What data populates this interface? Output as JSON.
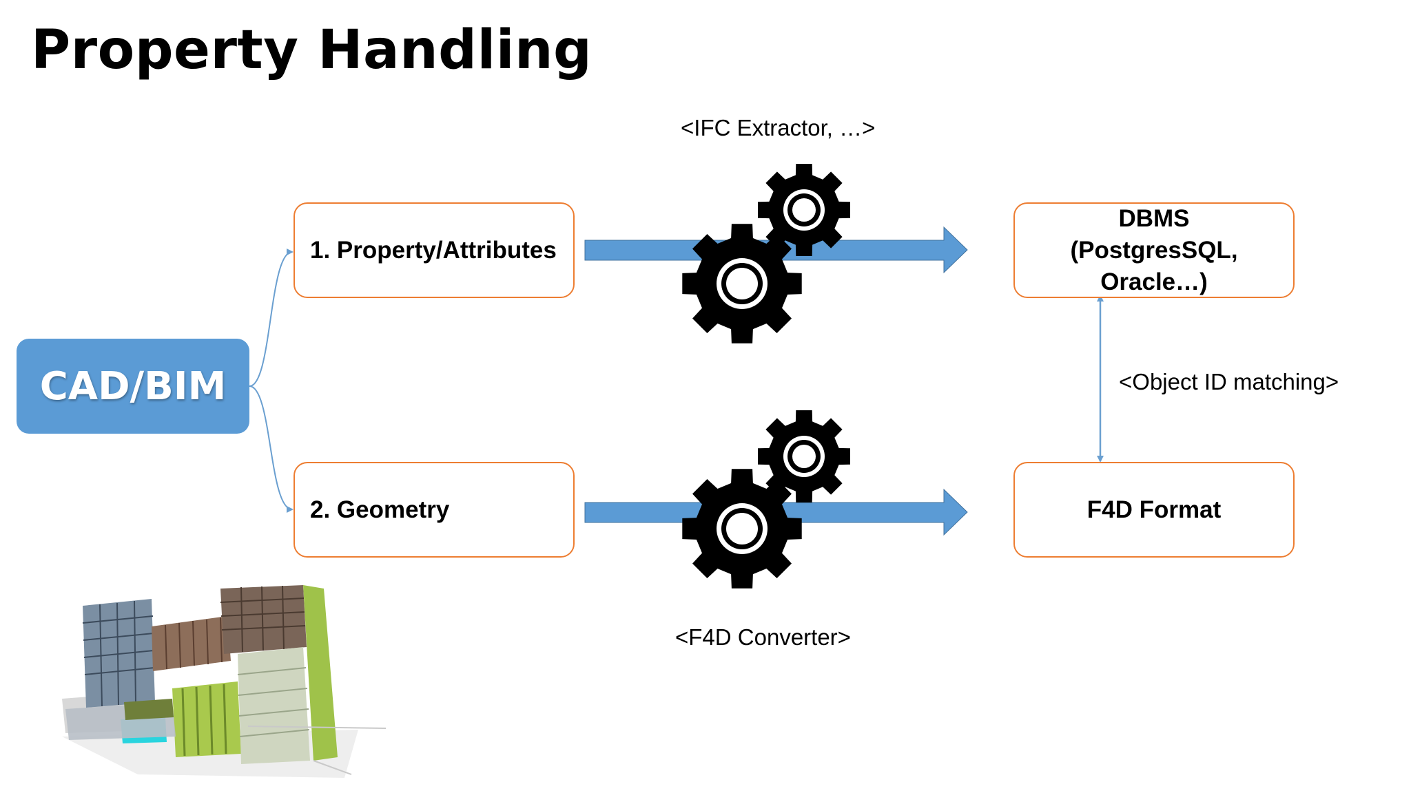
{
  "title": "Property Handling",
  "source": {
    "label": "CAD/BIM"
  },
  "steps": [
    {
      "label": "1. Property/Attributes"
    },
    {
      "label": "2. Geometry"
    }
  ],
  "targets": {
    "dbms_line1": "DBMS",
    "dbms_line2": "(PostgresSQL, Oracle…)",
    "f4d": "F4D Format"
  },
  "tools": {
    "top": "<IFC Extractor, …>",
    "bottom": "<F4D Converter>"
  },
  "link_label": "<Object ID matching>",
  "colors": {
    "accent_blue": "#5b9bd5",
    "box_border": "#ed7d31",
    "arrow": "#5b9bd5",
    "connector": "#6a9fd0",
    "gear": "#000000"
  },
  "icons": [
    "gear-icon",
    "building-model-illustration"
  ]
}
